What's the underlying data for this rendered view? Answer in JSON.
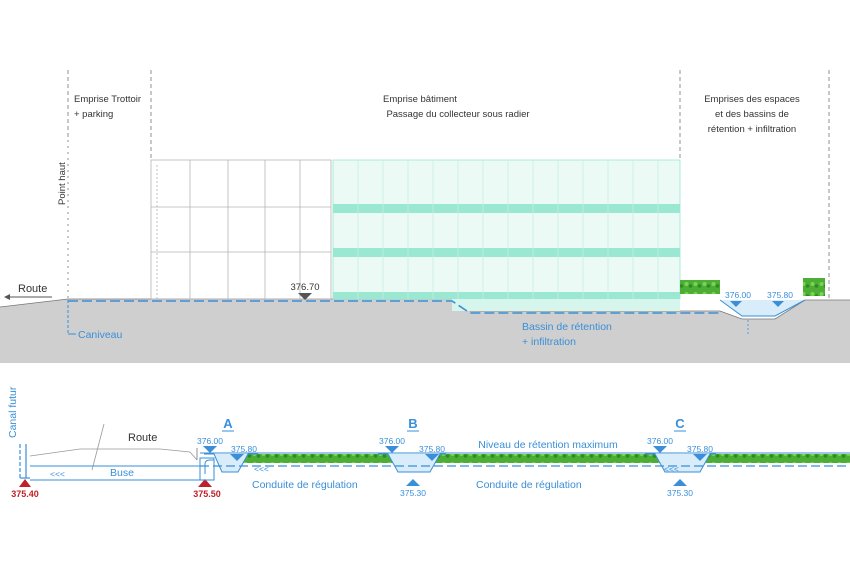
{
  "upper_section": {
    "zones": {
      "trottoir": [
        "Emprise Trottoir",
        "+ parking"
      ],
      "batiment": [
        "Emprise bâtiment",
        "Passage du collecteur sous radier"
      ],
      "espaces": [
        "Emprises des espaces",
        "et des bassins de",
        "rétention + infiltration"
      ]
    },
    "point_haut": "Point haut",
    "route": "Route",
    "caniveau": "Caniveau",
    "building_level": "376.70",
    "bassin": [
      "Bassin de rétention",
      "+ infiltration"
    ],
    "level_high": "376.00",
    "level_mid": "375.80"
  },
  "lower_section": {
    "canal_futur": "Canal futur",
    "route": "Route",
    "buse": "Buse",
    "outlet_level": "375.40",
    "regulation_level": "375.50",
    "sections": [
      "A",
      "B",
      "C"
    ],
    "level_high": "376.00",
    "level_mid": "375.80",
    "level_bottom": "375.30",
    "conduite": "Conduite de régulation",
    "niveau_max": "Niveau de rétention maximum",
    "flow_arrow": "<<<"
  },
  "colors": {
    "water_blue": "#3a8fd8",
    "ground_grey": "#cfcfcf",
    "building_green": "#9ae8d2",
    "grass_green": "#4cae34",
    "red": "#c0202a",
    "text": "#333333"
  }
}
